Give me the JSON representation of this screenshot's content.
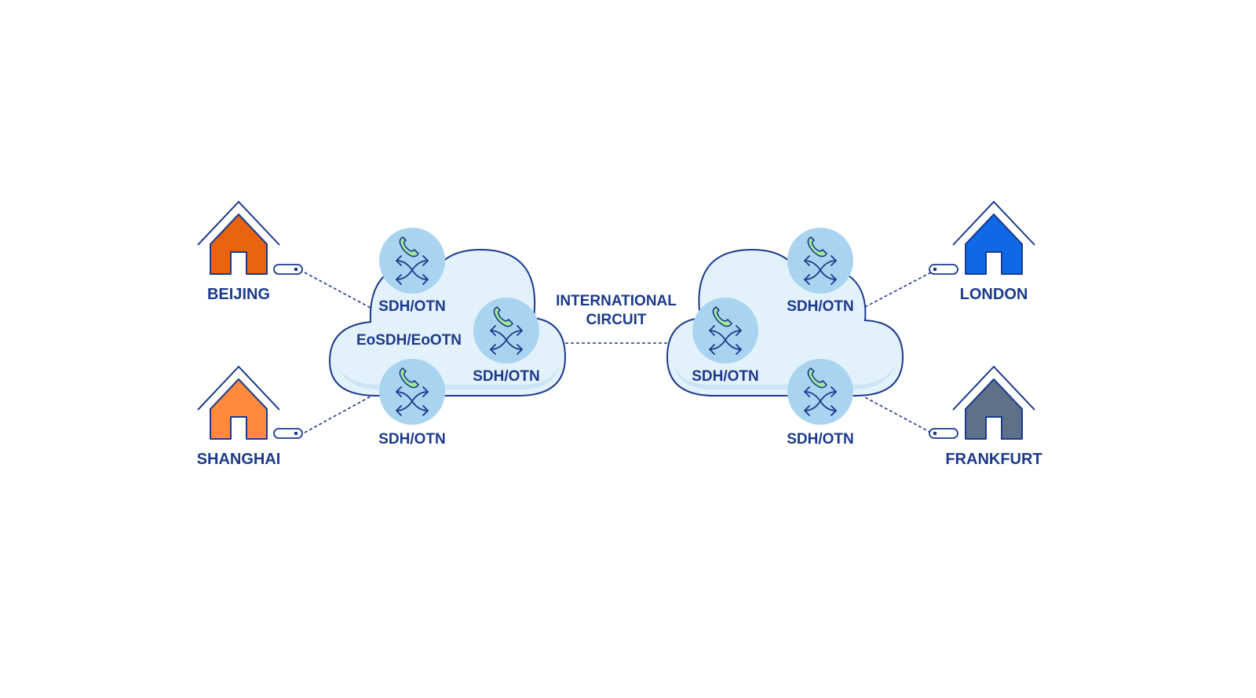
{
  "colors": {
    "outline": "#1c3a8c",
    "cloud_fill": "#e3f1fb",
    "cloud_shadow": "#cbe4f6",
    "node_fill": "#a9d4f0",
    "phone_fill": "#9ee89a",
    "beijing": "#e8620f",
    "shanghai": "#ff8a3d",
    "london": "#0f68e6",
    "frankfurt": "#5f7089"
  },
  "cities": {
    "beijing": {
      "label": "BEIJING",
      "icon": "house-icon"
    },
    "shanghai": {
      "label": "SHANGHAI",
      "icon": "house-icon"
    },
    "london": {
      "label": "LONDON",
      "icon": "house-icon"
    },
    "frankfurt": {
      "label": "FRANKFURT",
      "icon": "house-icon"
    }
  },
  "left_cloud": {
    "top_node": "SDH/OTN",
    "right_node": "SDH/OTN",
    "bottom_node": "SDH/OTN",
    "service_label": "EoSDH/EoOTN"
  },
  "right_cloud": {
    "top_node": "SDH/OTN",
    "left_node": "SDH/OTN",
    "bottom_node": "SDH/OTN"
  },
  "link": {
    "line1": "INTERNATIONAL",
    "line2": "CIRCUIT"
  },
  "node_icons": [
    "phone-icon",
    "switch-arrows-icon"
  ]
}
